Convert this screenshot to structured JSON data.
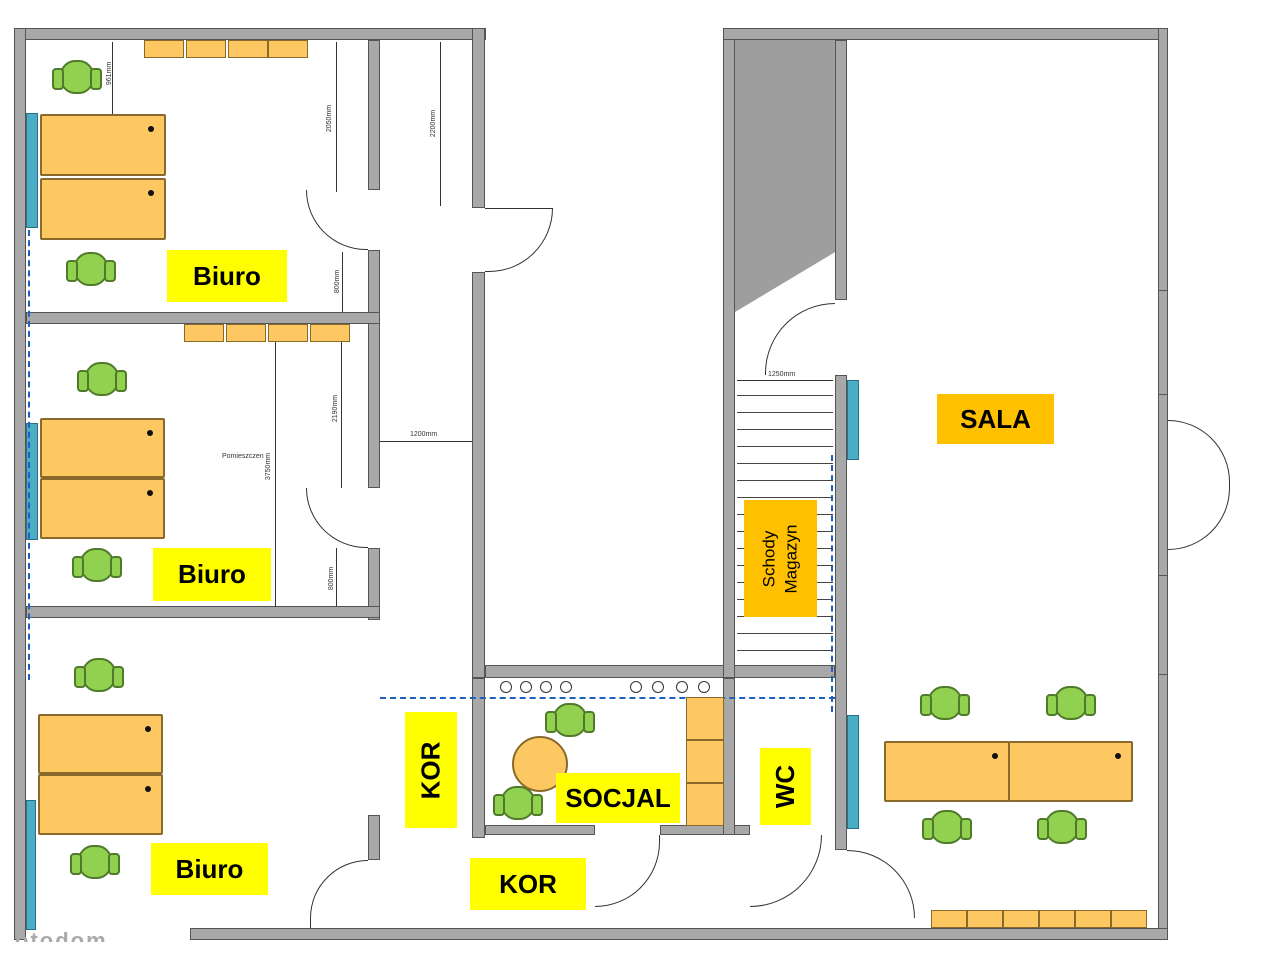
{
  "rooms": {
    "office_1": "Biuro",
    "office_2": "Biuro",
    "office_3": "Biuro",
    "corridor_1": "KOR",
    "corridor_2": "KOR",
    "social_room": "SOCJAL",
    "toilet": "WC",
    "stairs_storage": "Schody Magazyn",
    "hall": "SALA"
  },
  "dimensions": {
    "d1": "961mm",
    "d2": "2050mm",
    "d3": "2200mm",
    "d4": "800mm",
    "d5": "2190mm",
    "d6": "3750mm",
    "d7": "800mm",
    "d8": "1200mm",
    "d9": "1250mm",
    "room_note": "Pomieszczen"
  },
  "watermark": "otodom",
  "colors": {
    "label": "#ffff00",
    "label_alt": "#ffc000",
    "furniture": "#fdc862",
    "chair": "#92d050",
    "window": "#4bacc6"
  }
}
